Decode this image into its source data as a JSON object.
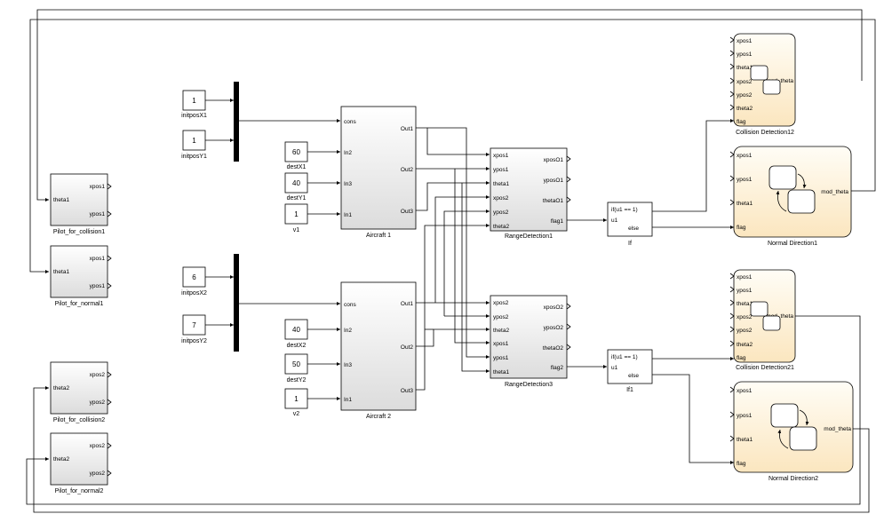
{
  "constants": {
    "initposX1": {
      "value": "1",
      "name": "initposX1"
    },
    "initposY1": {
      "value": "1",
      "name": "initposY1"
    },
    "destX1": {
      "value": "60",
      "name": "destX1"
    },
    "destY1": {
      "value": "40",
      "name": "destY1"
    },
    "v1": {
      "value": "1",
      "name": "v1"
    },
    "initposX2": {
      "value": "6",
      "name": "initposX2"
    },
    "initposY2": {
      "value": "7",
      "name": "initposY2"
    },
    "destX2": {
      "value": "40",
      "name": "destX2"
    },
    "destY2": {
      "value": "50",
      "name": "destY2"
    },
    "v2": {
      "value": "1",
      "name": "v2"
    }
  },
  "pilots": {
    "collision1": {
      "name": "Pilot_for_collision1",
      "in": "theta1",
      "out1": "xpos1",
      "out2": "ypos1"
    },
    "normal1": {
      "name": "Pilot_for_normal1",
      "in": "theta1",
      "out1": "xpos1",
      "out2": "ypos1"
    },
    "collision2": {
      "name": "Pilot_for_collision2",
      "in": "theta2",
      "out1": "xpos2",
      "out2": "ypos2"
    },
    "normal2": {
      "name": "Pilot_for_normal2",
      "in": "theta2",
      "out1": "xpos2",
      "out2": "ypos2"
    }
  },
  "aircraft": {
    "a1": {
      "name": "Aircraft 1",
      "in_cons": "cons",
      "in2": "In2",
      "in3": "In3",
      "in1": "In1",
      "out1": "Out1",
      "out2": "Out2",
      "out3": "Out3"
    },
    "a2": {
      "name": "Aircraft 2",
      "in_cons": "cons",
      "in2": "In2",
      "in3": "In3",
      "in1": "In1",
      "out1": "Out1",
      "out2": "Out2",
      "out3": "Out3"
    }
  },
  "range1": {
    "name": "RangeDetection1",
    "inputs": [
      "xpos1",
      "ypos1",
      "theta1",
      "xpos2",
      "ypos2",
      "theta2"
    ],
    "outputs": [
      "xposO1",
      "yposO1",
      "thetaO1",
      "flag1"
    ]
  },
  "range3": {
    "name": "RangeDetection3",
    "inputs": [
      "xpos2",
      "ypos2",
      "theta2",
      "xpos1",
      "ypos1",
      "theta1"
    ],
    "outputs": [
      "xposO2",
      "yposO2",
      "thetaO2",
      "flag2"
    ]
  },
  "if1": {
    "name": "If",
    "cond": "if(u1 == 1)",
    "u1": "u1",
    "else": "else"
  },
  "if2": {
    "name": "If1",
    "cond": "if(u1 == 1)",
    "u1": "u1",
    "else": "else"
  },
  "charts": {
    "cd12": {
      "name": "Collision Detection12",
      "inputs": [
        "xpos1",
        "ypos1",
        "theta1",
        "xpos2",
        "ypos2",
        "theta2",
        "flag"
      ],
      "out": "mod_theta"
    },
    "nd1": {
      "name": "Normal Direction1",
      "inputs": [
        "xpos1",
        "ypos1",
        "theta1",
        "flag"
      ],
      "out": "mod_theta"
    },
    "cd21": {
      "name": "Collision Detection21",
      "inputs": [
        "xpos1",
        "ypos1",
        "theta1",
        "xpos2",
        "ypos2",
        "theta2",
        "flag"
      ],
      "out": "mod_theta"
    },
    "nd2": {
      "name": "Normal Direction2",
      "inputs": [
        "xpos1",
        "ypos1",
        "theta1",
        "flag"
      ],
      "out": "mod_theta"
    }
  }
}
